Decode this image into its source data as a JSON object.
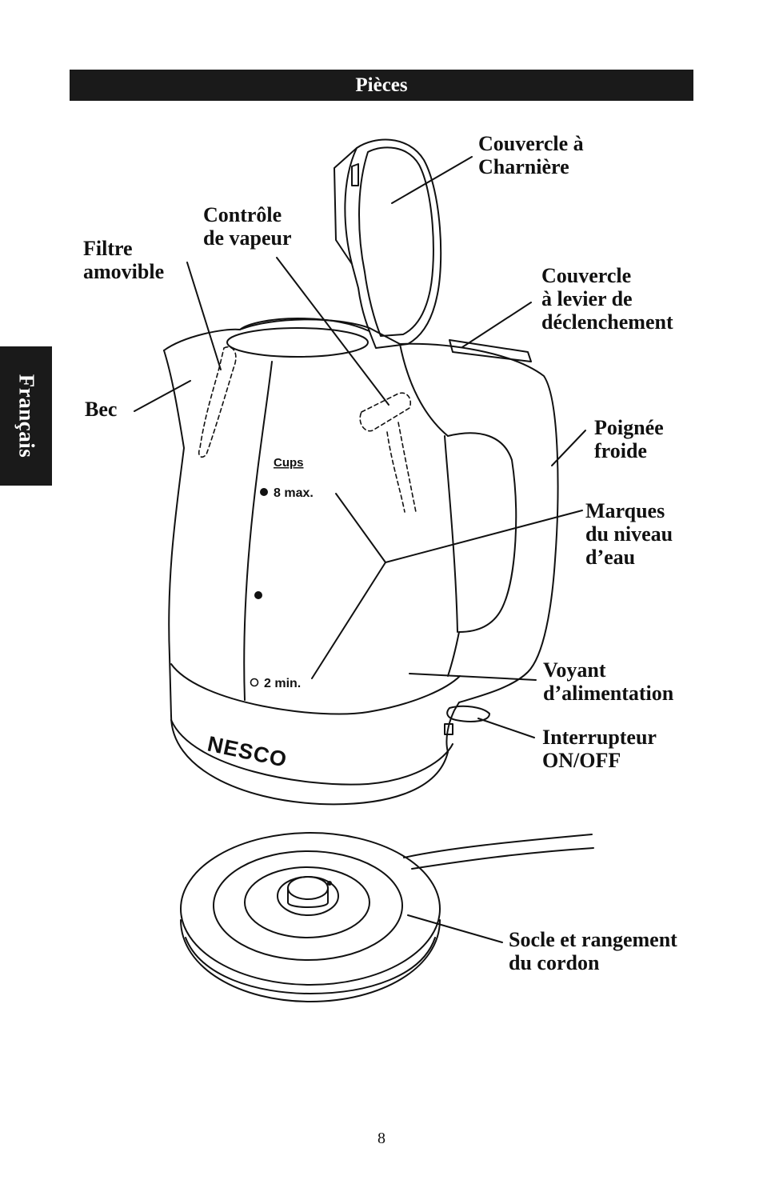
{
  "header": {
    "title": "Pièces"
  },
  "side_tab": {
    "language": "Français"
  },
  "kettle_markings": {
    "cups": "Cups",
    "max_mark": "8 max.",
    "min_mark": "2 min.",
    "brand": "NESCO"
  },
  "labels": {
    "hinged_lid": [
      "Couvercle à",
      "Charnière"
    ],
    "steam_control": [
      "Contrôle",
      "de vapeur"
    ],
    "removable_filter": [
      "Filtre",
      "amovible"
    ],
    "lid_release": [
      "Couvercle",
      "à levier de",
      "déclenchement"
    ],
    "spout": [
      "Bec"
    ],
    "cool_handle": [
      "Poignée",
      "froide"
    ],
    "water_level": [
      "Marques",
      "du niveau",
      "d’eau"
    ],
    "power_light": [
      "Voyant",
      "d’alimentation"
    ],
    "on_off_switch": [
      "Interrupteur",
      "ON/OFF"
    ],
    "base": [
      "Socle et rangement",
      "du cordon"
    ]
  },
  "page_number": "8"
}
